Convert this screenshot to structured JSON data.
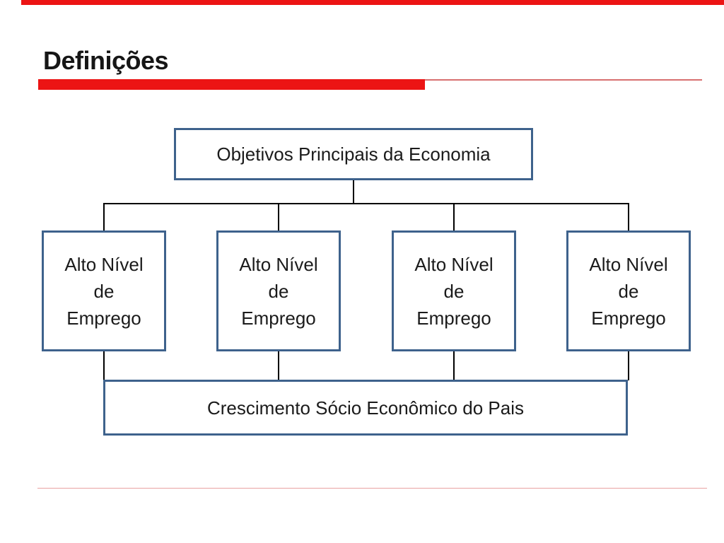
{
  "slide": {
    "title": "Definições"
  },
  "colors": {
    "accent_red": "#EC1414",
    "accent_red_light": "#D87070",
    "footer_pink": "#E9A2A2",
    "box_border_blue": "#3E628C",
    "connector_black": "#000000",
    "background": "#FFFFFF",
    "text": "#1B1B1B"
  },
  "diagram": {
    "root": {
      "id": "root",
      "label": "Objetivos Principais da Economia"
    },
    "children": [
      {
        "id": "child_0",
        "lines": [
          "Alto Nível",
          "de",
          "Emprego"
        ]
      },
      {
        "id": "child_1",
        "lines": [
          "Alto Nível",
          "de",
          "Emprego"
        ]
      },
      {
        "id": "child_2",
        "lines": [
          "Alto Nível",
          "de",
          "Emprego"
        ]
      },
      {
        "id": "child_3",
        "lines": [
          "Alto Nível",
          "de",
          "Emprego"
        ]
      }
    ],
    "result": {
      "id": "result",
      "label": "Crescimento Sócio Econômico do Pais"
    },
    "edges": [
      [
        "root",
        "child_0"
      ],
      [
        "root",
        "child_1"
      ],
      [
        "root",
        "child_2"
      ],
      [
        "root",
        "child_3"
      ],
      [
        "child_0",
        "result"
      ],
      [
        "child_1",
        "result"
      ],
      [
        "child_2",
        "result"
      ],
      [
        "child_3",
        "result"
      ]
    ]
  }
}
